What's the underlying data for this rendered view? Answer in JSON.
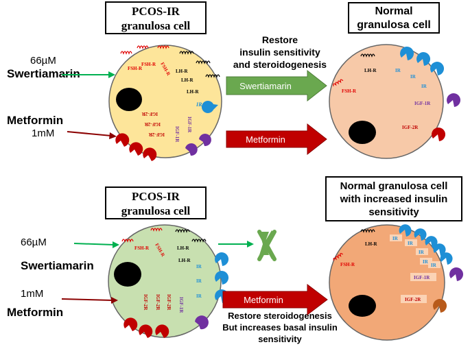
{
  "top": {
    "left_cell_title_line1": "PCOS-IR",
    "left_cell_title_line2": "granulosa cell",
    "right_cell_title_line1": "Normal",
    "right_cell_title_line2": "granulosa cell",
    "swertiamarin_dose": "66µM",
    "swertiamarin_name": "Swertiamarin",
    "metformin_name": "Metformin",
    "metformin_dose": "1mM",
    "effect_line1": "Restore",
    "effect_line2": "insulin sensitivity",
    "effect_line3": "and steroidogenesis",
    "arrow1_label": "Swertiamarin",
    "arrow2_label": "Metformin",
    "left_receptors": {
      "fsh1": "FSH-R",
      "fsh2": "FSH-R",
      "fsh3": "FSH-R",
      "lh1": "LH-R",
      "lh2": "LH-R",
      "lh3": "LH-R",
      "ir": "IR",
      "igf2r_1": "IGF-2R",
      "igf2r_2": "IGF-2R",
      "igf2r_3": "IGF-2R",
      "igf1r_1": "IGF-1R",
      "igf1r_2": "IGF-1R"
    },
    "right_receptors": {
      "lh": "LH-R",
      "fsh": "FSH-R",
      "ir1": "IR",
      "ir2": "IR",
      "ir3": "IR",
      "igf1r": "IGF-1R",
      "igf2r": "IGF-2R"
    }
  },
  "bottom": {
    "left_cell_title_line1": "PCOS-IR",
    "left_cell_title_line2": "granulosa cell",
    "right_cell_title_line1": "Normal granulosa cell",
    "right_cell_title_line2": "with increased insulin",
    "right_cell_title_line3": "sensitivity",
    "swertiamarin_dose": "66µM",
    "swertiamarin_name": "Swertiamarin",
    "metformin_dose": "1mM",
    "metformin_name": "Metformin",
    "arrow_label": "Metformin",
    "effect_line1": "Restore steroidogenesis",
    "effect_line2": "But increases basal insulin",
    "effect_line3": "sensitivity",
    "left_receptors": {
      "fsh1": "FSH-R",
      "fsh2": "FSH-R",
      "lh1": "LH-R",
      "lh2": "LH-R",
      "ir1": "IR",
      "ir2": "IR",
      "ir3": "IR",
      "igf2r_1": "IGF-2R",
      "igf2r_2": "IGF-2R",
      "igf2r_3": "IGF-2R",
      "igf1r": "IGF-1R"
    },
    "right_receptors": {
      "lh": "LH-R",
      "fsh": "FSH-R",
      "ir1": "IR",
      "ir2": "IR",
      "ir3": "IR",
      "ir4": "IR",
      "ir5": "IR",
      "igf1r": "IGF-1R",
      "igf2r": "IGF-2R"
    }
  },
  "colors": {
    "pcos_top_cell": "#fde59a",
    "pcos_bottom_cell": "#c8e0b0",
    "normal_top_cell": "#f7c9a8",
    "normal_bottom_cell": "#f2a877",
    "green_arrow": "#6aa84f",
    "red_arrow": "#c00000",
    "fsh_text": "#e00000",
    "ir_text": "#1e8fd6",
    "igf1r_text": "#7030a0",
    "igf2r_text": "#c00000",
    "ir_receptor": "#1e8fd6",
    "igf1r_receptor": "#7030a0",
    "igf2r_receptor": "#c00000"
  }
}
